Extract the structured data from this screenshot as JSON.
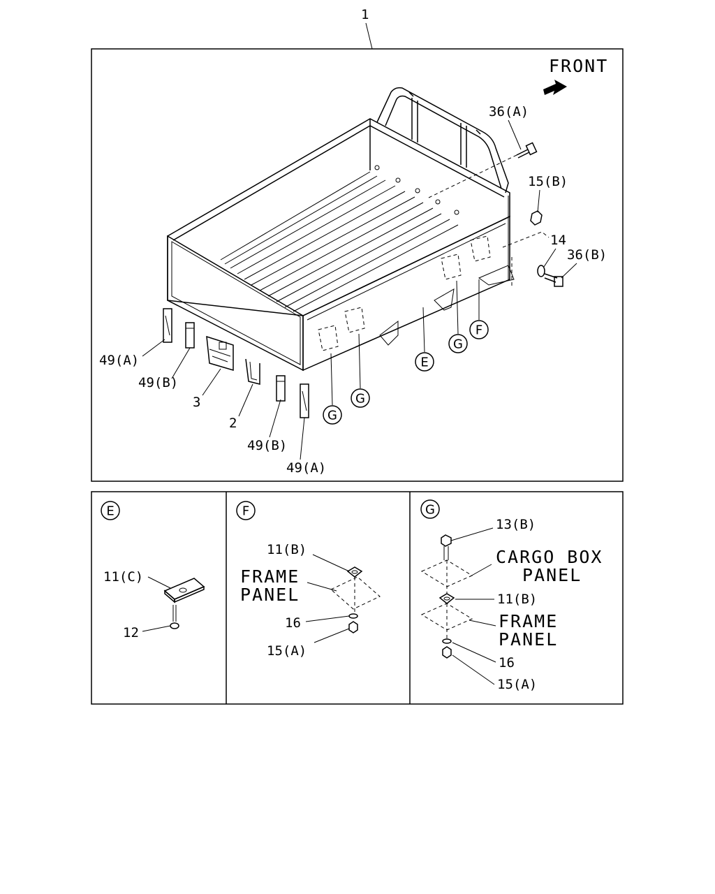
{
  "diagram": {
    "main_ref": "1",
    "front_label": "FRONT",
    "callouts": {
      "b36a": "36(A)",
      "b15b": "15(B)",
      "w14": "14",
      "b36b": "36(B)",
      "s49a_l": "49(A)",
      "s49b_l": "49(B)",
      "p3": "3",
      "p2": "2",
      "s49b_r": "49(B)",
      "s49a_r": "49(A)"
    },
    "markers": {
      "g1": "G",
      "g2": "G",
      "e": "E",
      "g3": "G",
      "f": "F"
    }
  },
  "detail_e": {
    "marker": "E",
    "part_11c": "11(C)",
    "part_12": "12"
  },
  "detail_f": {
    "marker": "F",
    "part_11b": "11(B)",
    "frame_line1": "FRAME",
    "frame_line2": "PANEL",
    "part_16": "16",
    "part_15a": "15(A)"
  },
  "detail_g": {
    "marker": "G",
    "part_13b": "13(B)",
    "cargo_line1": "CARGO BOX",
    "cargo_line2": "PANEL",
    "part_11b": "11(B)",
    "frame_line1": "FRAME",
    "frame_line2": "PANEL",
    "part_16": "16",
    "part_15a": "15(A)"
  }
}
